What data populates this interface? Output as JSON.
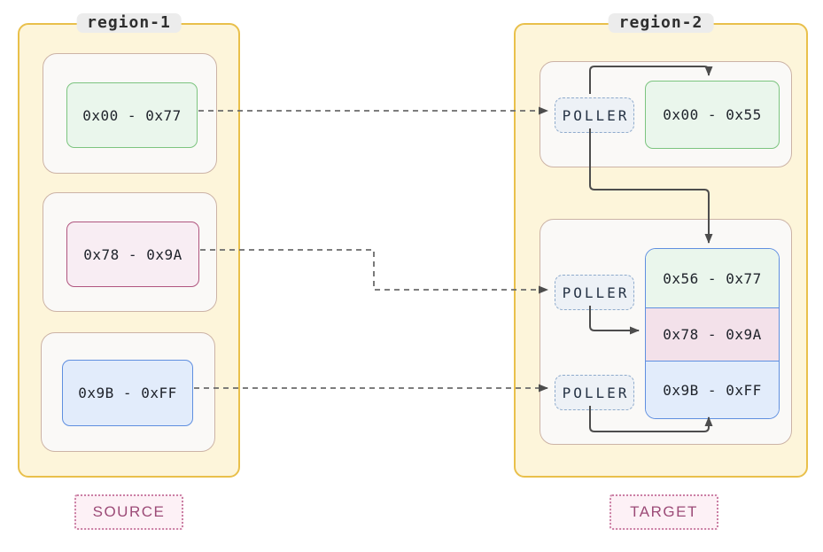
{
  "diagram": {
    "region1": {
      "label": "region-1",
      "blocks": [
        {
          "label": "0x00 - 0x77",
          "color": "green"
        },
        {
          "label": "0x78 - 0x9A",
          "color": "pink"
        },
        {
          "label": "0x9B - 0xFF",
          "color": "blue"
        }
      ]
    },
    "region2": {
      "label": "region-2",
      "poller_label": "POLLER",
      "top_block": {
        "label": "0x00 - 0x55",
        "color": "green"
      },
      "stack": [
        {
          "label": "0x56 - 0x77",
          "color": "green"
        },
        {
          "label": "0x78 - 0x9A",
          "color": "pink"
        },
        {
          "label": "0x9B - 0xFF",
          "color": "blue"
        }
      ]
    },
    "tags": {
      "source": "SOURCE",
      "target": "TARGET"
    }
  },
  "colors": {
    "region-fill": "#fdf5da",
    "region-border": "#e9c04b",
    "container-fill": "#faf9f7",
    "container-border": "#ccb3a6",
    "green-fill": "#eaf6ec",
    "green-border": "#7cc47f",
    "pink-fill": "#f8edf3",
    "pink-border": "#b0557f",
    "pink-row-fill": "#f3e1ea",
    "blue-fill": "#e2ecfb",
    "blue-border": "#5f8fe0",
    "poller-fill": "#edf1f6",
    "poller-border": "#8fabcc",
    "poller-text": "#263345",
    "pill-fill": "#ececec",
    "pill-text": "#2f2f2f",
    "tag-fill": "#fdf1f6",
    "tag-border": "#cb7fa4",
    "tag-text": "#9c4b77",
    "edge-dashed": "#6b6b6b",
    "edge-solid": "#4d4d4d",
    "block-text": "#20242c"
  }
}
